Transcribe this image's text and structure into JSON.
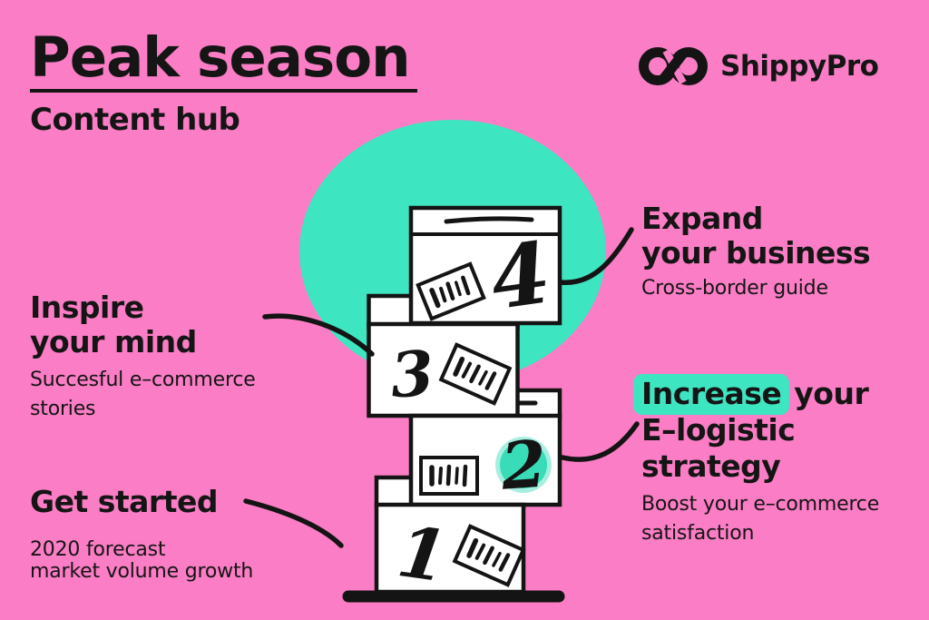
{
  "colors": {
    "background": "#FB7DC5",
    "teal": "#3EE5C1",
    "ink": "#141414",
    "box_fill": "#FFFFFF",
    "badge_inner": "#38DCB6",
    "badge_halo": "#A6EFE0"
  },
  "header": {
    "title": "Peak season",
    "subtitle": "Content hub"
  },
  "brand": {
    "name": "ShippyPro",
    "icon": "infinity-loop-icon"
  },
  "sections": {
    "inspire": {
      "heading_line1": "Inspire",
      "heading_line2": "your mind",
      "sub_line1": "Succesful e–commerce",
      "sub_line2": "stories"
    },
    "get_started": {
      "heading_line1": "Get started",
      "sub_line1": "2020 forecast",
      "sub_line2": "market volume growth"
    },
    "expand": {
      "heading_line1": "Expand",
      "heading_line2": "your business",
      "sub_line1": "Cross-border guide"
    },
    "increase": {
      "heading_highlight": "Increase",
      "heading_line1_rest": "your",
      "heading_line2": "E–logistic",
      "heading_line3": "strategy",
      "sub_line1": "Boost your e–commerce",
      "sub_line2": "satisfaction"
    }
  },
  "boxes": {
    "number1": "1",
    "number2": "2",
    "number3": "3",
    "number4": "4"
  }
}
